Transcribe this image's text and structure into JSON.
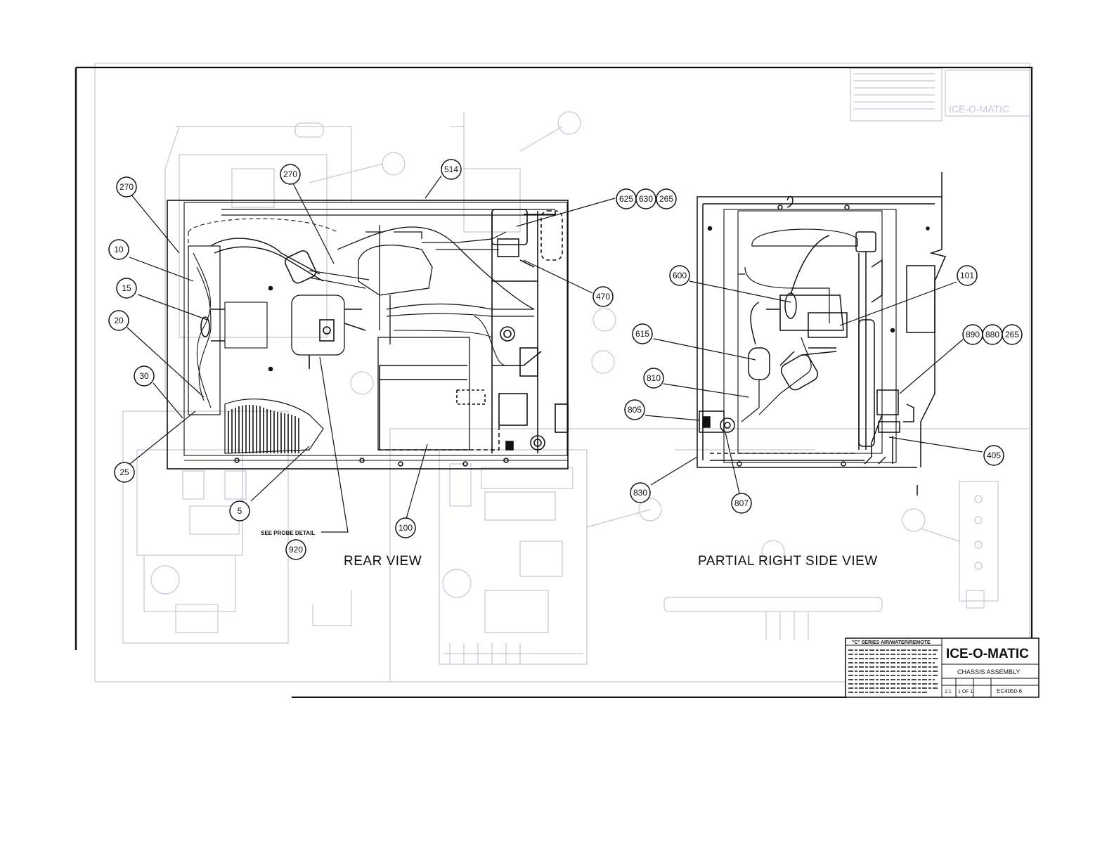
{
  "views": {
    "rear": {
      "label": "REAR VIEW"
    },
    "side": {
      "label": "PARTIAL RIGHT SIDE VIEW"
    }
  },
  "notes": {
    "probe_detail": "SEE PROBE DETAIL"
  },
  "callouts": {
    "c270a": "270",
    "c10": "10",
    "c15": "15",
    "c20": "20",
    "c30": "30",
    "c25": "25",
    "c5": "5",
    "c270b": "270",
    "c514": "514",
    "c920": "920",
    "c100": "100",
    "c625": "625",
    "c630": "630",
    "c265a": "265",
    "c470": "470",
    "c600": "600",
    "c615": "615",
    "c810": "810",
    "c805": "805",
    "c830": "830",
    "c807": "807",
    "c101": "101",
    "c890": "890",
    "c880": "880",
    "c265b": "265",
    "c405": "405"
  },
  "title_block": {
    "series": "\"C\" SERIES AIR/WATER/REMOTE",
    "brand": "ICE-O-MATIC",
    "title": "CHASSIS ASSEMBLY",
    "scale": "1:1",
    "sheet": "1 OF 1",
    "drawing_number": "EC4050-6"
  },
  "colors": {
    "ink": "#111111",
    "ghost": "#b9bccd"
  }
}
